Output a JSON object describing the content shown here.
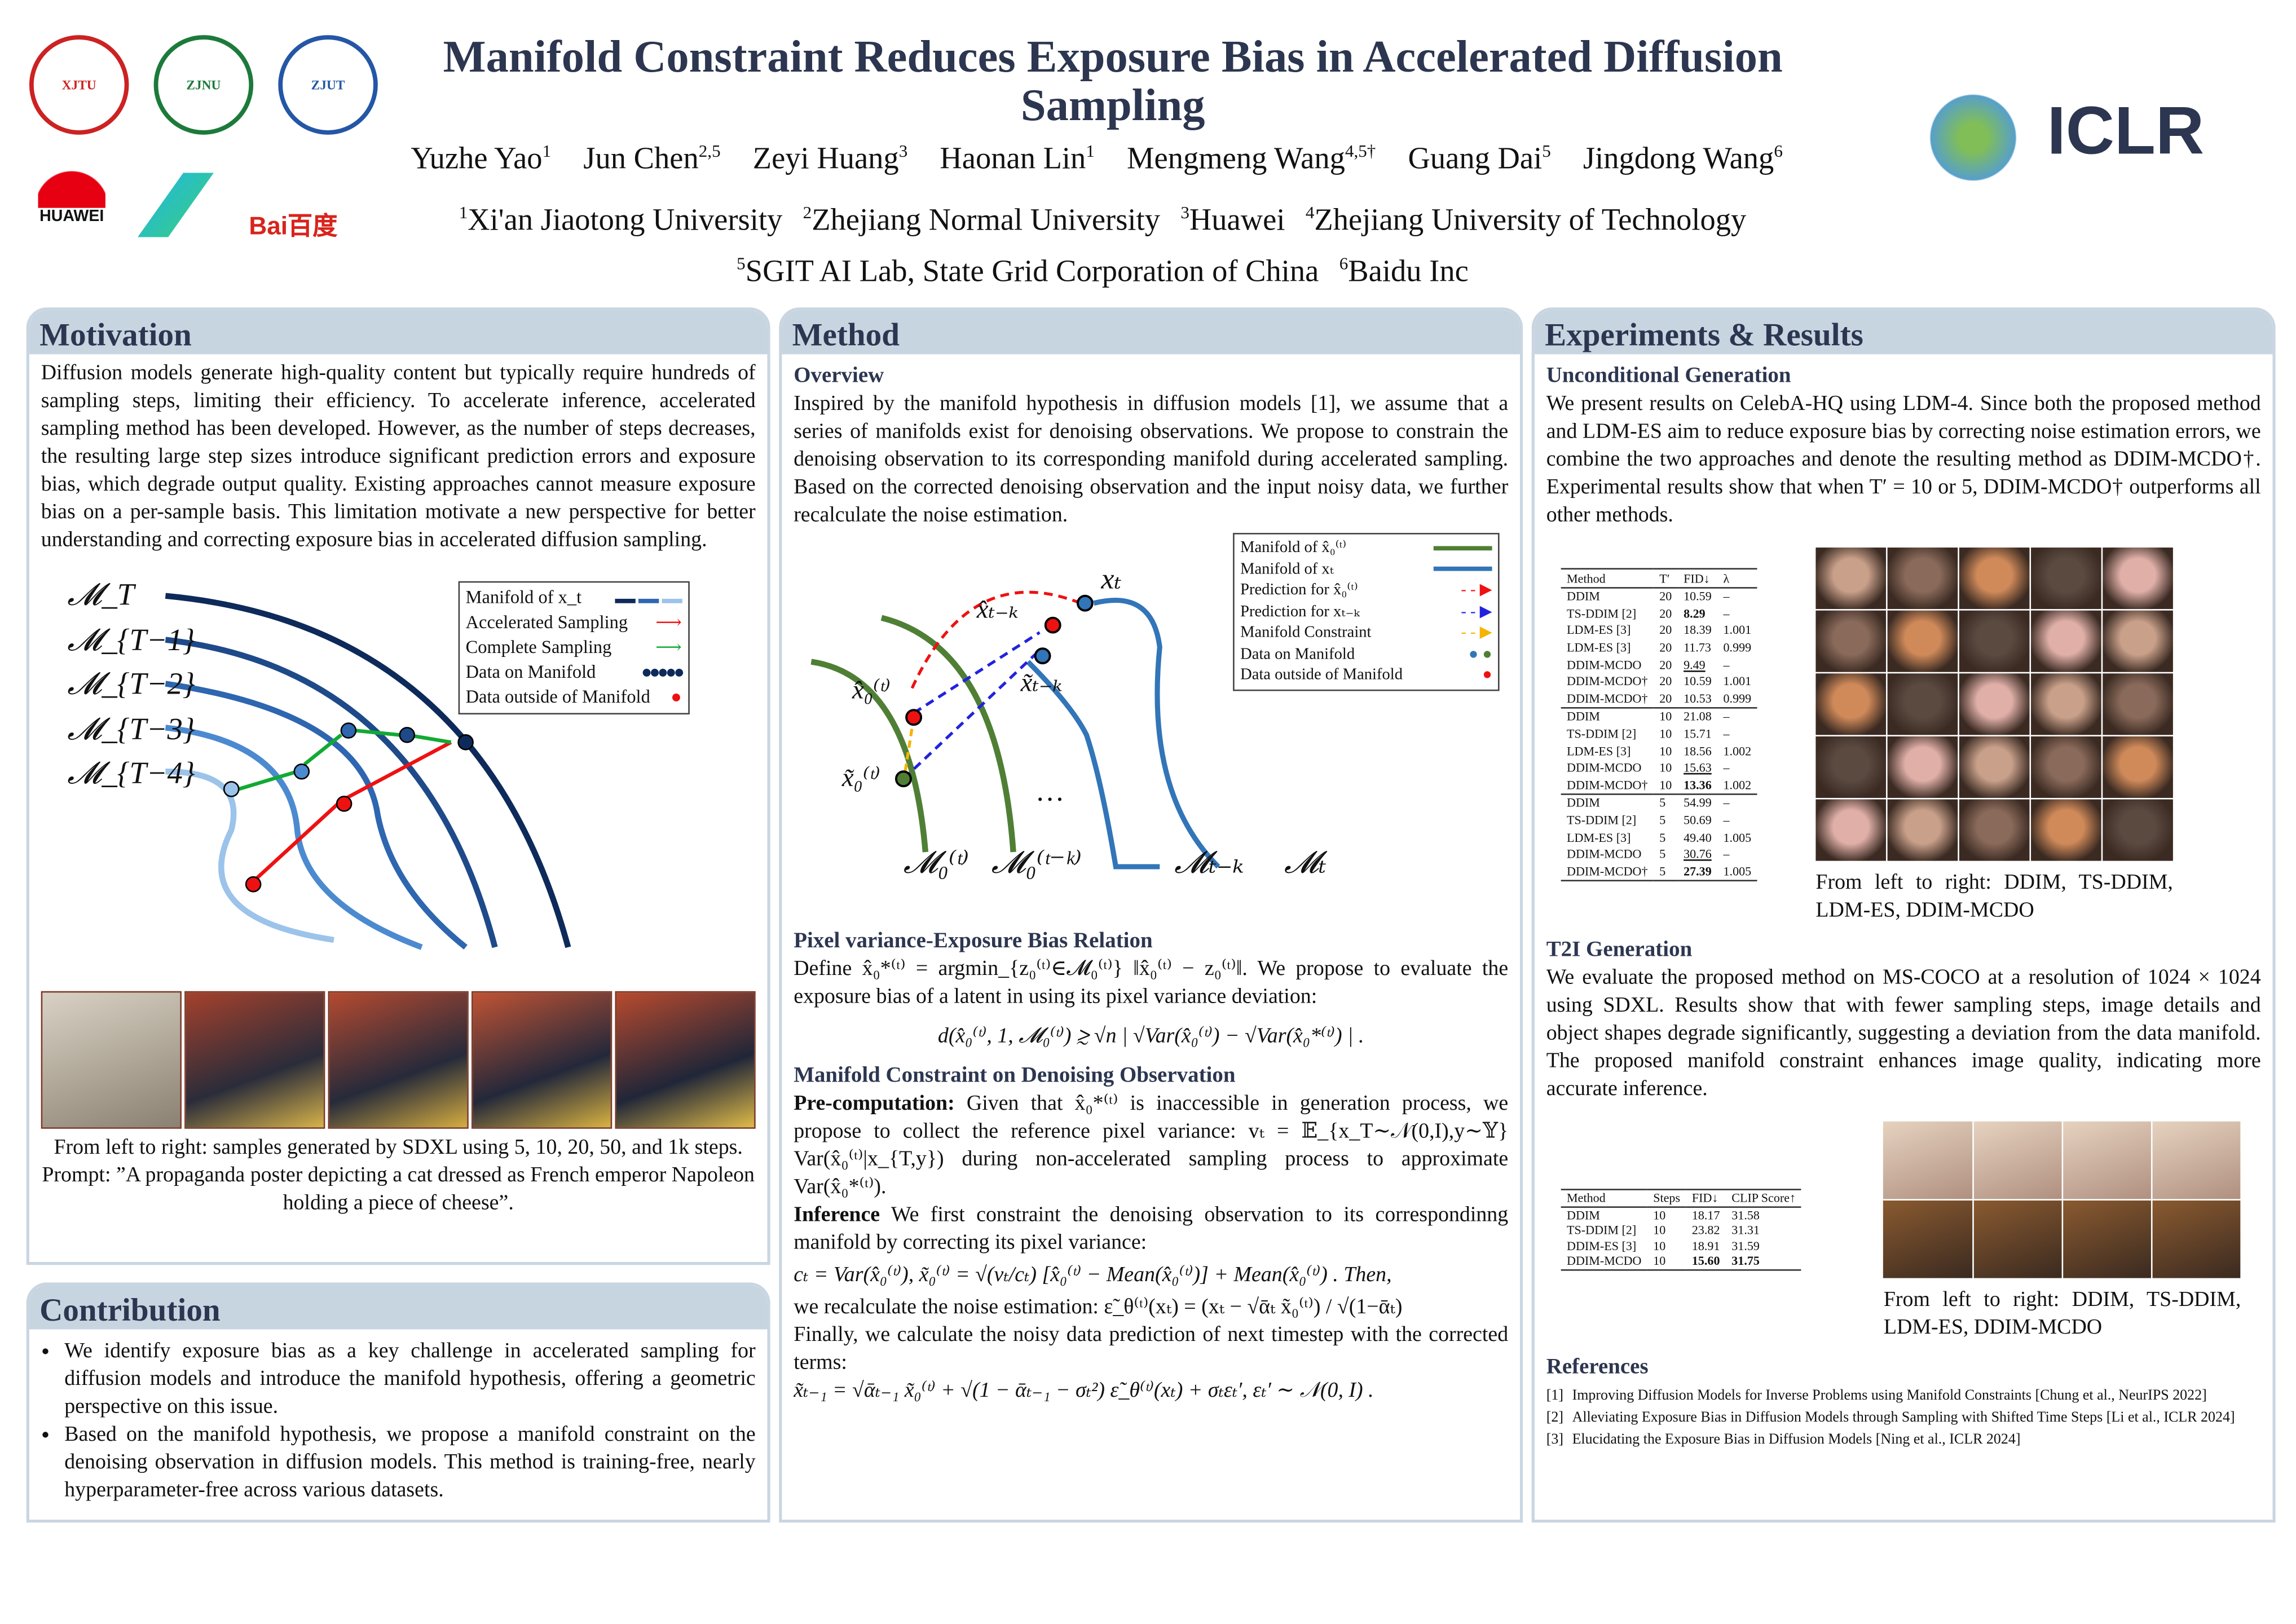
{
  "header": {
    "title": "Manifold Constraint Reduces Exposure Bias in Accelerated Diffusion Sampling",
    "authors": [
      {
        "name": "Yuzhe Yao",
        "sup": "1"
      },
      {
        "name": "Jun Chen",
        "sup": "2,5"
      },
      {
        "name": "Zeyi Huang",
        "sup": "3"
      },
      {
        "name": "Haonan Lin",
        "sup": "1"
      },
      {
        "name": "Mengmeng Wang",
        "sup": "4,5†"
      },
      {
        "name": "Guang Dai",
        "sup": "5"
      },
      {
        "name": "Jingdong Wang",
        "sup": "6"
      }
    ],
    "affiliations": [
      {
        "sup": "1",
        "name": "Xi'an Jiaotong University"
      },
      {
        "sup": "2",
        "name": "Zhejiang Normal University"
      },
      {
        "sup": "3",
        "name": "Huawei"
      },
      {
        "sup": "4",
        "name": "Zhejiang University of Technology"
      },
      {
        "sup": "5",
        "name": "SGIT AI Lab, State Grid Corporation of China"
      },
      {
        "sup": "6",
        "name": "Baidu Inc"
      }
    ],
    "logos": {
      "huawei": "HUAWEI",
      "baidu": "Bai百度",
      "iclr": "ICLR"
    }
  },
  "motivation": {
    "title": "Motivation",
    "text": "Diffusion models generate high-quality content but typically require hundreds of sampling steps, limiting their efficiency. To accelerate inference, accelerated sampling method has been developed. However, as the number of steps decreases, the resulting large step sizes introduce significant prediction errors and exposure bias, which degrade output quality. Existing approaches cannot measure exposure bias on a per-sample basis. This limitation motivate a new perspective for better understanding and correcting exposure bias in accelerated diffusion sampling.",
    "manifold_labels": [
      "𝓜_T",
      "𝓜_{T−1}",
      "𝓜_{T−2}",
      "𝓜_{T−3}",
      "𝓜_{T−4}"
    ],
    "legend": [
      "Manifold of x_t",
      "Accelerated Sampling",
      "Complete Sampling",
      "Data on Manifold",
      "Data outside of Manifold"
    ],
    "caption": "From left to right: samples generated by SDXL using 5, 10, 20, 50, and 1k steps. Prompt: ”A propaganda poster depicting a cat dressed as French emperor Napoleon holding a piece of cheese”."
  },
  "contribution": {
    "title": "Contribution",
    "items": [
      "We identify exposure bias as a key challenge in accelerated sampling for diffusion models and introduce the manifold hypothesis, offering a geometric perspective on this issue.",
      "Based on the manifold hypothesis, we propose a manifold constraint on the denoising observation in diffusion models. This method is training-free, nearly hyperparameter-free across various datasets."
    ]
  },
  "method": {
    "title": "Method",
    "overview_title": "Overview",
    "overview": "Inspired by the manifold hypothesis in diffusion models [1], we assume that a series of manifolds exist for denoising observations. We propose to constrain the denoising observation to its corresponding manifold during accelerated sampling. Based on the corrected denoising observation and the input noisy data, we further recalculate the noise estimation.",
    "legend": [
      "Manifold of x̂₀⁽ᵗ⁾",
      "Manifold of xₜ",
      "Prediction for x̂₀⁽ᵗ⁾",
      "Prediction for xₜ₋ₖ",
      "Manifold Constraint",
      "Data on Manifold",
      "Data outside of Manifold"
    ],
    "diagram_labels": {
      "xt": "xₜ",
      "xhat_tk": "x̂ₜ₋ₖ",
      "xtilde_tk": "x̃ₜ₋ₖ",
      "xhat0": "x̂₀⁽ᵗ⁾",
      "xtilde0": "x̃₀⁽ᵗ⁾",
      "dots": "…",
      "m0t": "𝓜₀⁽ᵗ⁾",
      "m0tk": "𝓜₀⁽ᵗ⁻ᵏ⁾",
      "mtk": "𝓜ₜ₋ₖ",
      "mt": "𝓜ₜ"
    },
    "pv_title": "Pixel variance-Exposure Bias Relation",
    "pv_text": "Define x̂₀*⁽ᵗ⁾ = argmin_{z₀⁽ᵗ⁾∈𝓜₀⁽ᵗ⁾} ‖x̂₀⁽ᵗ⁾ − z₀⁽ᵗ⁾‖. We propose to evaluate the exposure bias of a latent in using its pixel variance deviation:",
    "pv_eq": "d(x̂₀⁽ᵗ⁾, 1, 𝓜₀⁽ᵗ⁾) ≳ √n | √Var(x̂₀⁽ᵗ⁾) − √Var(x̂₀*⁽ᵗ⁾) | .",
    "mc_title": "Manifold Constraint on Denoising Observation",
    "pre_label": "Pre-computation:",
    "pre_text": "Given that x̂₀*⁽ᵗ⁾ is inaccessible in generation process, we propose to collect the reference pixel variance: vₜ = 𝔼_{x_T∼𝒩(0,I),y∼𝕐} Var(x̂₀⁽ᵗ⁾|x_{T,y}) during non-accelerated sampling process to approximate Var(x̂₀*⁽ᵗ⁾).",
    "inf_label": "Inference",
    "inf_text": "We first constraint the denoising observation to its correspondinng manifold by correcting its pixel variance:",
    "inf_eq": "cₜ = Var(x̂₀⁽ᵗ⁾),   x̃₀⁽ᵗ⁾ = √(vₜ/cₜ) [x̂₀⁽ᵗ⁾ − Mean(x̂₀⁽ᵗ⁾)] + Mean(x̂₀⁽ᵗ⁾) . Then,",
    "noise_text": "we recalculate the noise estimation: ε̃_θ⁽ᵗ⁾(xₜ) = (xₜ − √ᾱₜ x̃₀⁽ᵗ⁾) / √(1−ᾱₜ)",
    "final_text": "Finally, we calculate the noisy data prediction of next timestep with the corrected terms:",
    "final_eq": "x̃ₜ₋₁ = √ᾱₜ₋₁ x̃₀⁽ᵗ⁾ + √(1 − ᾱₜ₋₁ − σₜ²) ε̃_θ⁽ᵗ⁾(xₜ) + σₜεₜ′,  εₜ′ ∼ 𝒩(0, I) ."
  },
  "experiments": {
    "title": "Experiments & Results",
    "uncond_title": "Unconditional Generation",
    "uncond_text": "We present results on CelebA-HQ using LDM-4. Since both the proposed method and LDM-ES aim to reduce exposure bias by correcting noise estimation errors, we combine the two approaches and denote the resulting method as DDIM-MCDO†. Experimental results show that when T′ = 10 or 5, DDIM-MCDO† outperforms all other methods.",
    "table1": {
      "headers": [
        "Method",
        "T′",
        "FID↓",
        "λ"
      ],
      "rows": [
        [
          "DDIM",
          "20",
          "10.59",
          "–"
        ],
        [
          "TS-DDIM [2]",
          "20",
          "8.29",
          "–"
        ],
        [
          "LDM-ES [3]",
          "20",
          "18.39",
          "1.001"
        ],
        [
          "LDM-ES [3]",
          "20",
          "11.73",
          "0.999"
        ],
        [
          "DDIM-MCDO",
          "20",
          "9.49",
          "–"
        ],
        [
          "DDIM-MCDO†",
          "20",
          "10.59",
          "1.001"
        ],
        [
          "DDIM-MCDO†",
          "20",
          "10.53",
          "0.999"
        ],
        [
          "DDIM",
          "10",
          "21.08",
          "–"
        ],
        [
          "TS-DDIM [2]",
          "10",
          "15.71",
          "–"
        ],
        [
          "LDM-ES [3]",
          "10",
          "18.56",
          "1.002"
        ],
        [
          "DDIM-MCDO",
          "10",
          "15.63",
          "–"
        ],
        [
          "DDIM-MCDO†",
          "10",
          "13.36",
          "1.002"
        ],
        [
          "DDIM",
          "5",
          "54.99",
          "–"
        ],
        [
          "TS-DDIM [2]",
          "5",
          "50.69",
          "–"
        ],
        [
          "LDM-ES [3]",
          "5",
          "49.40",
          "1.005"
        ],
        [
          "DDIM-MCDO",
          "5",
          "30.76",
          "–"
        ],
        [
          "DDIM-MCDO†",
          "5",
          "27.39",
          "1.005"
        ]
      ]
    },
    "caption1": "From left to right: DDIM, TS-DDIM, LDM-ES, DDIM-MCDO",
    "t2i_title": "T2I Generation",
    "t2i_text": "We evaluate the proposed method on MS-COCO at a resolution of 1024 × 1024 using SDXL. Results show that with fewer sampling steps, image details and object shapes degrade significantly, suggesting a deviation from the data manifold. The proposed manifold constraint enhances image quality, indicating more accurate inference.",
    "table2": {
      "headers": [
        "Method",
        "Steps",
        "FID↓",
        "CLIP Score↑"
      ],
      "rows": [
        [
          "DDIM",
          "10",
          "18.17",
          "31.58"
        ],
        [
          "TS-DDIM [2]",
          "10",
          "23.82",
          "31.31"
        ],
        [
          "DDIM-ES [3]",
          "10",
          "18.91",
          "31.59"
        ],
        [
          "DDIM-MCDO",
          "10",
          "15.60",
          "31.75"
        ]
      ]
    },
    "caption2": "From left to right: DDIM, TS-DDIM, LDM-ES, DDIM-MCDO",
    "refs_title": "References",
    "refs": [
      {
        "n": "[1]",
        "t": "Improving Diffusion Models for Inverse Problems using Manifold Constraints [Chung et al., NeurIPS 2022]"
      },
      {
        "n": "[2]",
        "t": "Alleviating Exposure Bias in Diffusion Models through Sampling with Shifted Time Steps [Li et al., ICLR 2024]"
      },
      {
        "n": "[3]",
        "t": "Elucidating the Exposure Bias in Diffusion Models [Ning et al., ICLR 2024]"
      }
    ]
  },
  "colors": {
    "accent": "#2c3650",
    "header_band": "#c7d5e1"
  }
}
